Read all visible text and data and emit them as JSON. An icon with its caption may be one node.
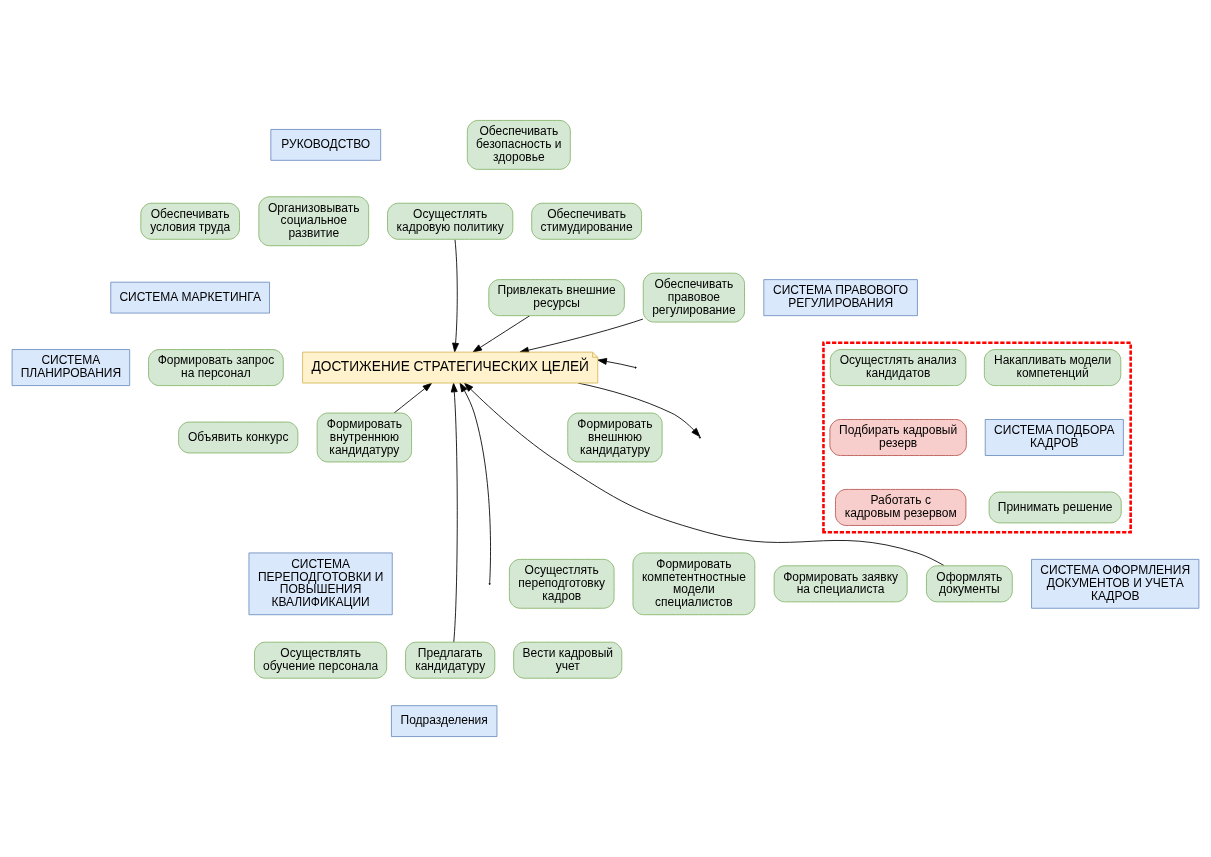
{
  "diagram": {
    "nodes": [
      {
        "text": [
          "РУКОВОДСТВО"
        ]
      },
      {
        "text": [
          "Обеспечивать безопасность и здоровье"
        ]
      },
      {
        "text": [
          "Обеспечивать условия труда"
        ]
      },
      {
        "text": [
          "Организовывать социальное развитие"
        ]
      },
      {
        "text": [
          "Осущестлять кадровую политику"
        ]
      },
      {
        "text": [
          "Обеспечивать стимудирование"
        ]
      },
      {
        "text": [
          "СИСТЕМА МАРКЕТИНГА"
        ]
      },
      {
        "text": [
          "Привлекать внешние ресурсы"
        ]
      },
      {
        "text": [
          "Обеспечивать правовое регулирование"
        ]
      },
      {
        "text": [
          "СИСТЕМА ПРАВОВОГО РЕГУЛИРОВАНИЯ"
        ]
      },
      {
        "text": [],
        "shape": "box"
      },
      {
        "text": [
          "Осущестлять анализ кандидатов"
        ],
        "in": 10
      },
      {
        "text": [
          "Накапливать модели компетенций"
        ],
        "in": 10
      },
      {
        "text": [
          "Формировать запрос на персонал"
        ]
      },
      {
        "text": [
          "СИСТЕМА ПЛАНИРОВАНИЯ"
        ]
      },
      {
        "text": [
          "ДОСТИЖЕНИЕ СТРАТЕГИЧЕСКИХ ЦЕЛЕЙ"
        ]
      },
      {
        "text": [
          "Формировать внутреннюю кандидатуру"
        ]
      },
      {
        "text": [
          "СИСТЕМА ПОДБОРА КАДРОВ"
        ],
        "in": 10
      },
      {
        "text": [
          "Подбирать кадровый резерв"
        ],
        "in": 10
      },
      {
        "text": [
          "Объявить конкурс"
        ]
      },
      {
        "text": [
          "Формировать внешнюю кандидатуру"
        ]
      },
      {
        "text": [
          "Работать с кадровым резервом"
        ],
        "in": 10
      },
      {
        "text": [
          "Принимать решение"
        ],
        "in": 10
      },
      {
        "text": [
          "Осущестлять переподготовку кадров"
        ]
      },
      {
        "text": [
          "Формировать компетентностные модели специалистов"
        ]
      },
      {
        "text": [
          "Формировать заявку на специалиста"
        ]
      },
      {
        "text": [
          "СИСТЕМА ПЕРЕПОДГОТОВКИ И ПОВЫШЕНИЯ КВАЛИФИКАЦИИ"
        ]
      },
      {
        "text": [
          "Оформлять документы"
        ]
      },
      {
        "text": [
          "СИСТЕМА ОФОРМЛЕНИЯ ДОКУМЕНТОВ И УЧЕТА КАДРОВ"
        ]
      },
      {
        "text": [
          "Предлагать кандидатуру"
        ]
      },
      {
        "text": [
          "Осуществлять обучение персонала"
        ]
      },
      {
        "text": [
          "Вести кадровый учет"
        ]
      },
      {
        "text": [
          "Подразделения"
        ]
      }
    ],
    "edges": [
      {
        "from": 7,
        "to": 15,
        "arrow": "to"
      },
      {
        "from": 4,
        "to": 15,
        "arrow": "to"
      },
      {
        "from": 8,
        "to": 15,
        "arrow": "to"
      },
      {
        "from": 16,
        "to": 15,
        "arrow": "to"
      },
      {
        "from": null,
        "to": 15,
        "arrow": "to"
      },
      {
        "from": 29,
        "to": 15,
        "arrow": "to"
      },
      {
        "from": 27,
        "to": 15,
        "arrow": "to"
      },
      {
        "from": 15,
        "to": null,
        "arrow": "to"
      },
      {
        "from": null,
        "to": 15,
        "arrow": "to"
      }
    ]
  }
}
